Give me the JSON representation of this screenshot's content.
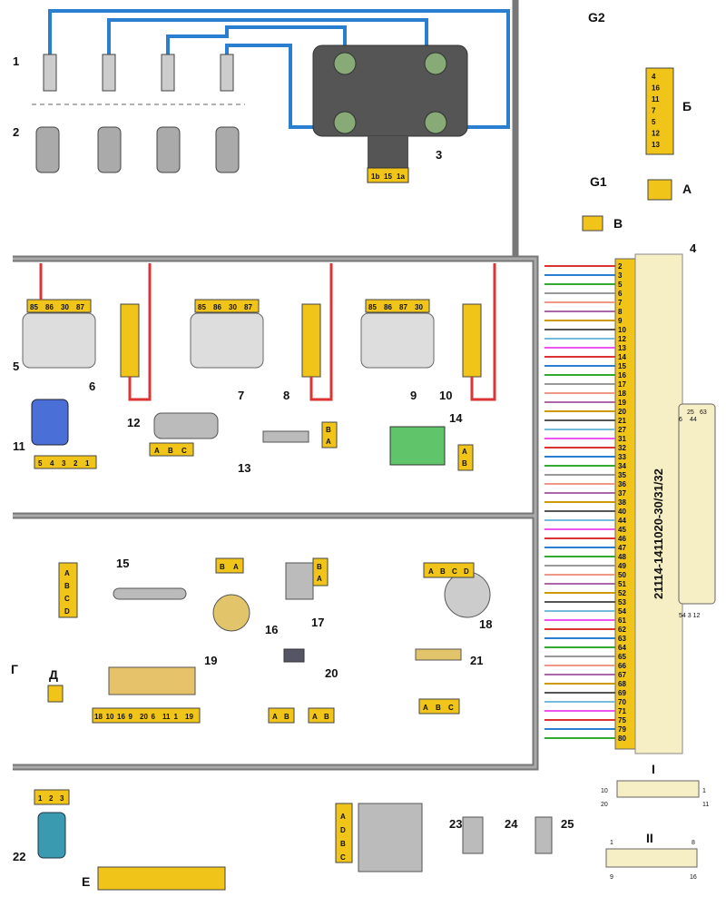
{
  "callouts": [
    "1",
    "2",
    "3",
    "4",
    "5",
    "6",
    "7",
    "8",
    "9",
    "10",
    "11",
    "12",
    "13",
    "14",
    "15",
    "16",
    "17",
    "18",
    "19",
    "20",
    "21",
    "22",
    "23",
    "24",
    "25"
  ],
  "letters": {
    "A": "А",
    "B": "Б",
    "V": "В",
    "G": "Г",
    "D": "Д",
    "E": "Е"
  },
  "grounds": {
    "g1": "G1",
    "g2": "G2"
  },
  "ecu": {
    "part": "21114-1411020-30/31/32",
    "pins": [
      "2",
      "3",
      "5",
      "6",
      "7",
      "8",
      "9",
      "10",
      "12",
      "13",
      "14",
      "15",
      "16",
      "17",
      "18",
      "19",
      "20",
      "21",
      "27",
      "31",
      "32",
      "33",
      "34",
      "35",
      "36",
      "37",
      "38",
      "40",
      "44",
      "45",
      "46",
      "47",
      "48",
      "49",
      "50",
      "51",
      "52",
      "53",
      "54",
      "61",
      "62",
      "63",
      "64",
      "65",
      "66",
      "67",
      "68",
      "69",
      "70",
      "71",
      "75",
      "79",
      "80"
    ],
    "conn_small": {
      "a": "25",
      "b": "63",
      "c": "6",
      "d": "44",
      "bottom": "54 3 12"
    }
  },
  "coil_pins": [
    "1b",
    "15",
    "1a"
  ],
  "top_right_pins": [
    "4",
    "16",
    "11",
    "7",
    "5",
    "12",
    "13"
  ],
  "relay_pins_a": [
    "85",
    "86",
    "30",
    "87"
  ],
  "relay_pins_b": [
    "85",
    "86",
    "30",
    "87"
  ],
  "relay_pins_c": [
    "85",
    "86",
    "87",
    "30"
  ],
  "maf_pins": [
    "5",
    "4",
    "3",
    "2",
    "1"
  ],
  "abc": [
    "A",
    "B",
    "C"
  ],
  "abcd": [
    "A",
    "B",
    "C",
    "D"
  ],
  "ab": [
    "A",
    "B"
  ],
  "ba": [
    "B",
    "A"
  ],
  "conn19_pins": [
    "18",
    "10",
    "16",
    "9",
    "20",
    "6",
    "11",
    "1",
    "19"
  ],
  "conn22_pins": [
    "1",
    "2",
    "3"
  ],
  "conn23_pins": [
    "A",
    "D",
    "B",
    "C"
  ],
  "block_I": {
    "label": "I",
    "tl": "10",
    "tr": "1",
    "bl": "20",
    "br": "11"
  },
  "block_II": {
    "label": "II",
    "tl": "1",
    "tr": "8",
    "bl": "9",
    "br": "16"
  }
}
